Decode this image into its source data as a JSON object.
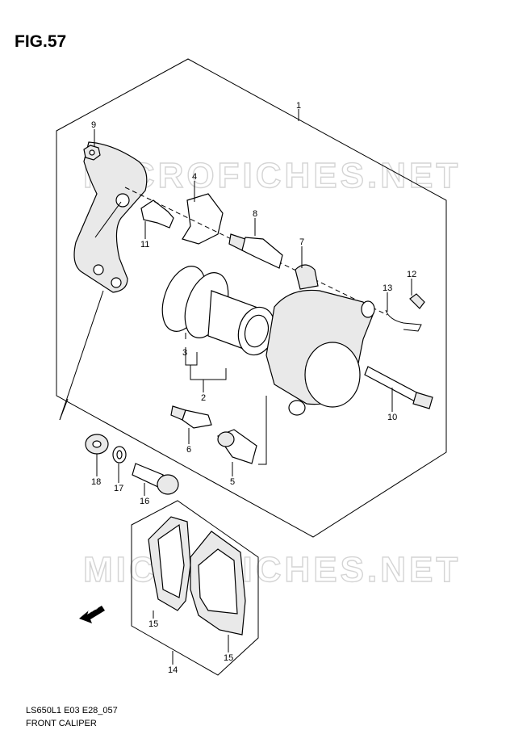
{
  "figure_title": "FIG.57",
  "watermark": "MICROFICHES.NET",
  "caption": {
    "code": "LS650L1 E03 E28_057",
    "name": "FRONT CALIPER"
  },
  "fwd_label": "FWD",
  "callouts": [
    "1",
    "2",
    "3",
    "4",
    "5",
    "6",
    "7",
    "8",
    "9",
    "10",
    "11",
    "12",
    "13",
    "14",
    "15",
    "15",
    "16",
    "17",
    "18"
  ]
}
